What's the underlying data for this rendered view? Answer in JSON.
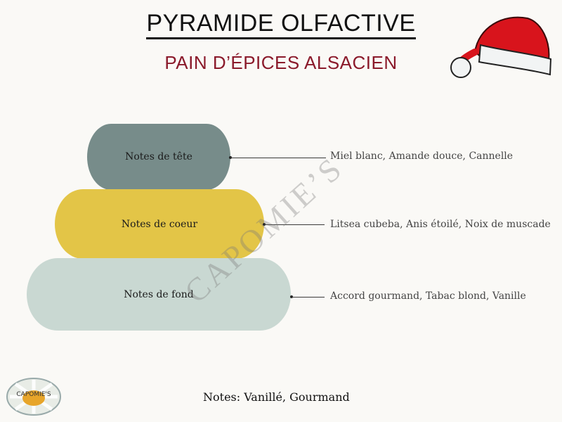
{
  "header": {
    "title": "PYRAMIDE OLFACTIVE",
    "subtitle": "PAIN D’ÉPICES ALSACIEN",
    "subtitle_color": "#8b1a2b",
    "decoration_icon": "santa-hat-icon"
  },
  "pyramid": {
    "tiers": [
      {
        "label": "Notes de tête",
        "notes": "Miel blanc, Amande douce, Cannelle",
        "color": "#778c8a"
      },
      {
        "label": "Notes de coeur",
        "notes": "Litsea cubeba, Anis étoilé, Noix de muscade",
        "color": "#e3c547"
      },
      {
        "label": "Notes de fond",
        "notes": "Accord gourmand, Tabac blond, Vanille",
        "color": "#c9d8d2"
      }
    ]
  },
  "watermark": "CAPOMIE’S",
  "footer": {
    "notes": "Notes: Vanillé, Gourmand",
    "logo_text": "CAPOMIE'S"
  },
  "chart_data": {
    "type": "pyramid",
    "title": "PYRAMIDE OLFACTIVE",
    "subtitle": "PAIN D’ÉPICES ALSACIEN",
    "levels": [
      {
        "name": "Notes de tête",
        "items": [
          "Miel blanc",
          "Amande douce",
          "Cannelle"
        ]
      },
      {
        "name": "Notes de coeur",
        "items": [
          "Litsea cubeba",
          "Anis étoilé",
          "Noix de muscade"
        ]
      },
      {
        "name": "Notes de fond",
        "items": [
          "Accord gourmand",
          "Tabac blond",
          "Vanille"
        ]
      }
    ],
    "summary": "Notes: Vanillé, Gourmand"
  }
}
